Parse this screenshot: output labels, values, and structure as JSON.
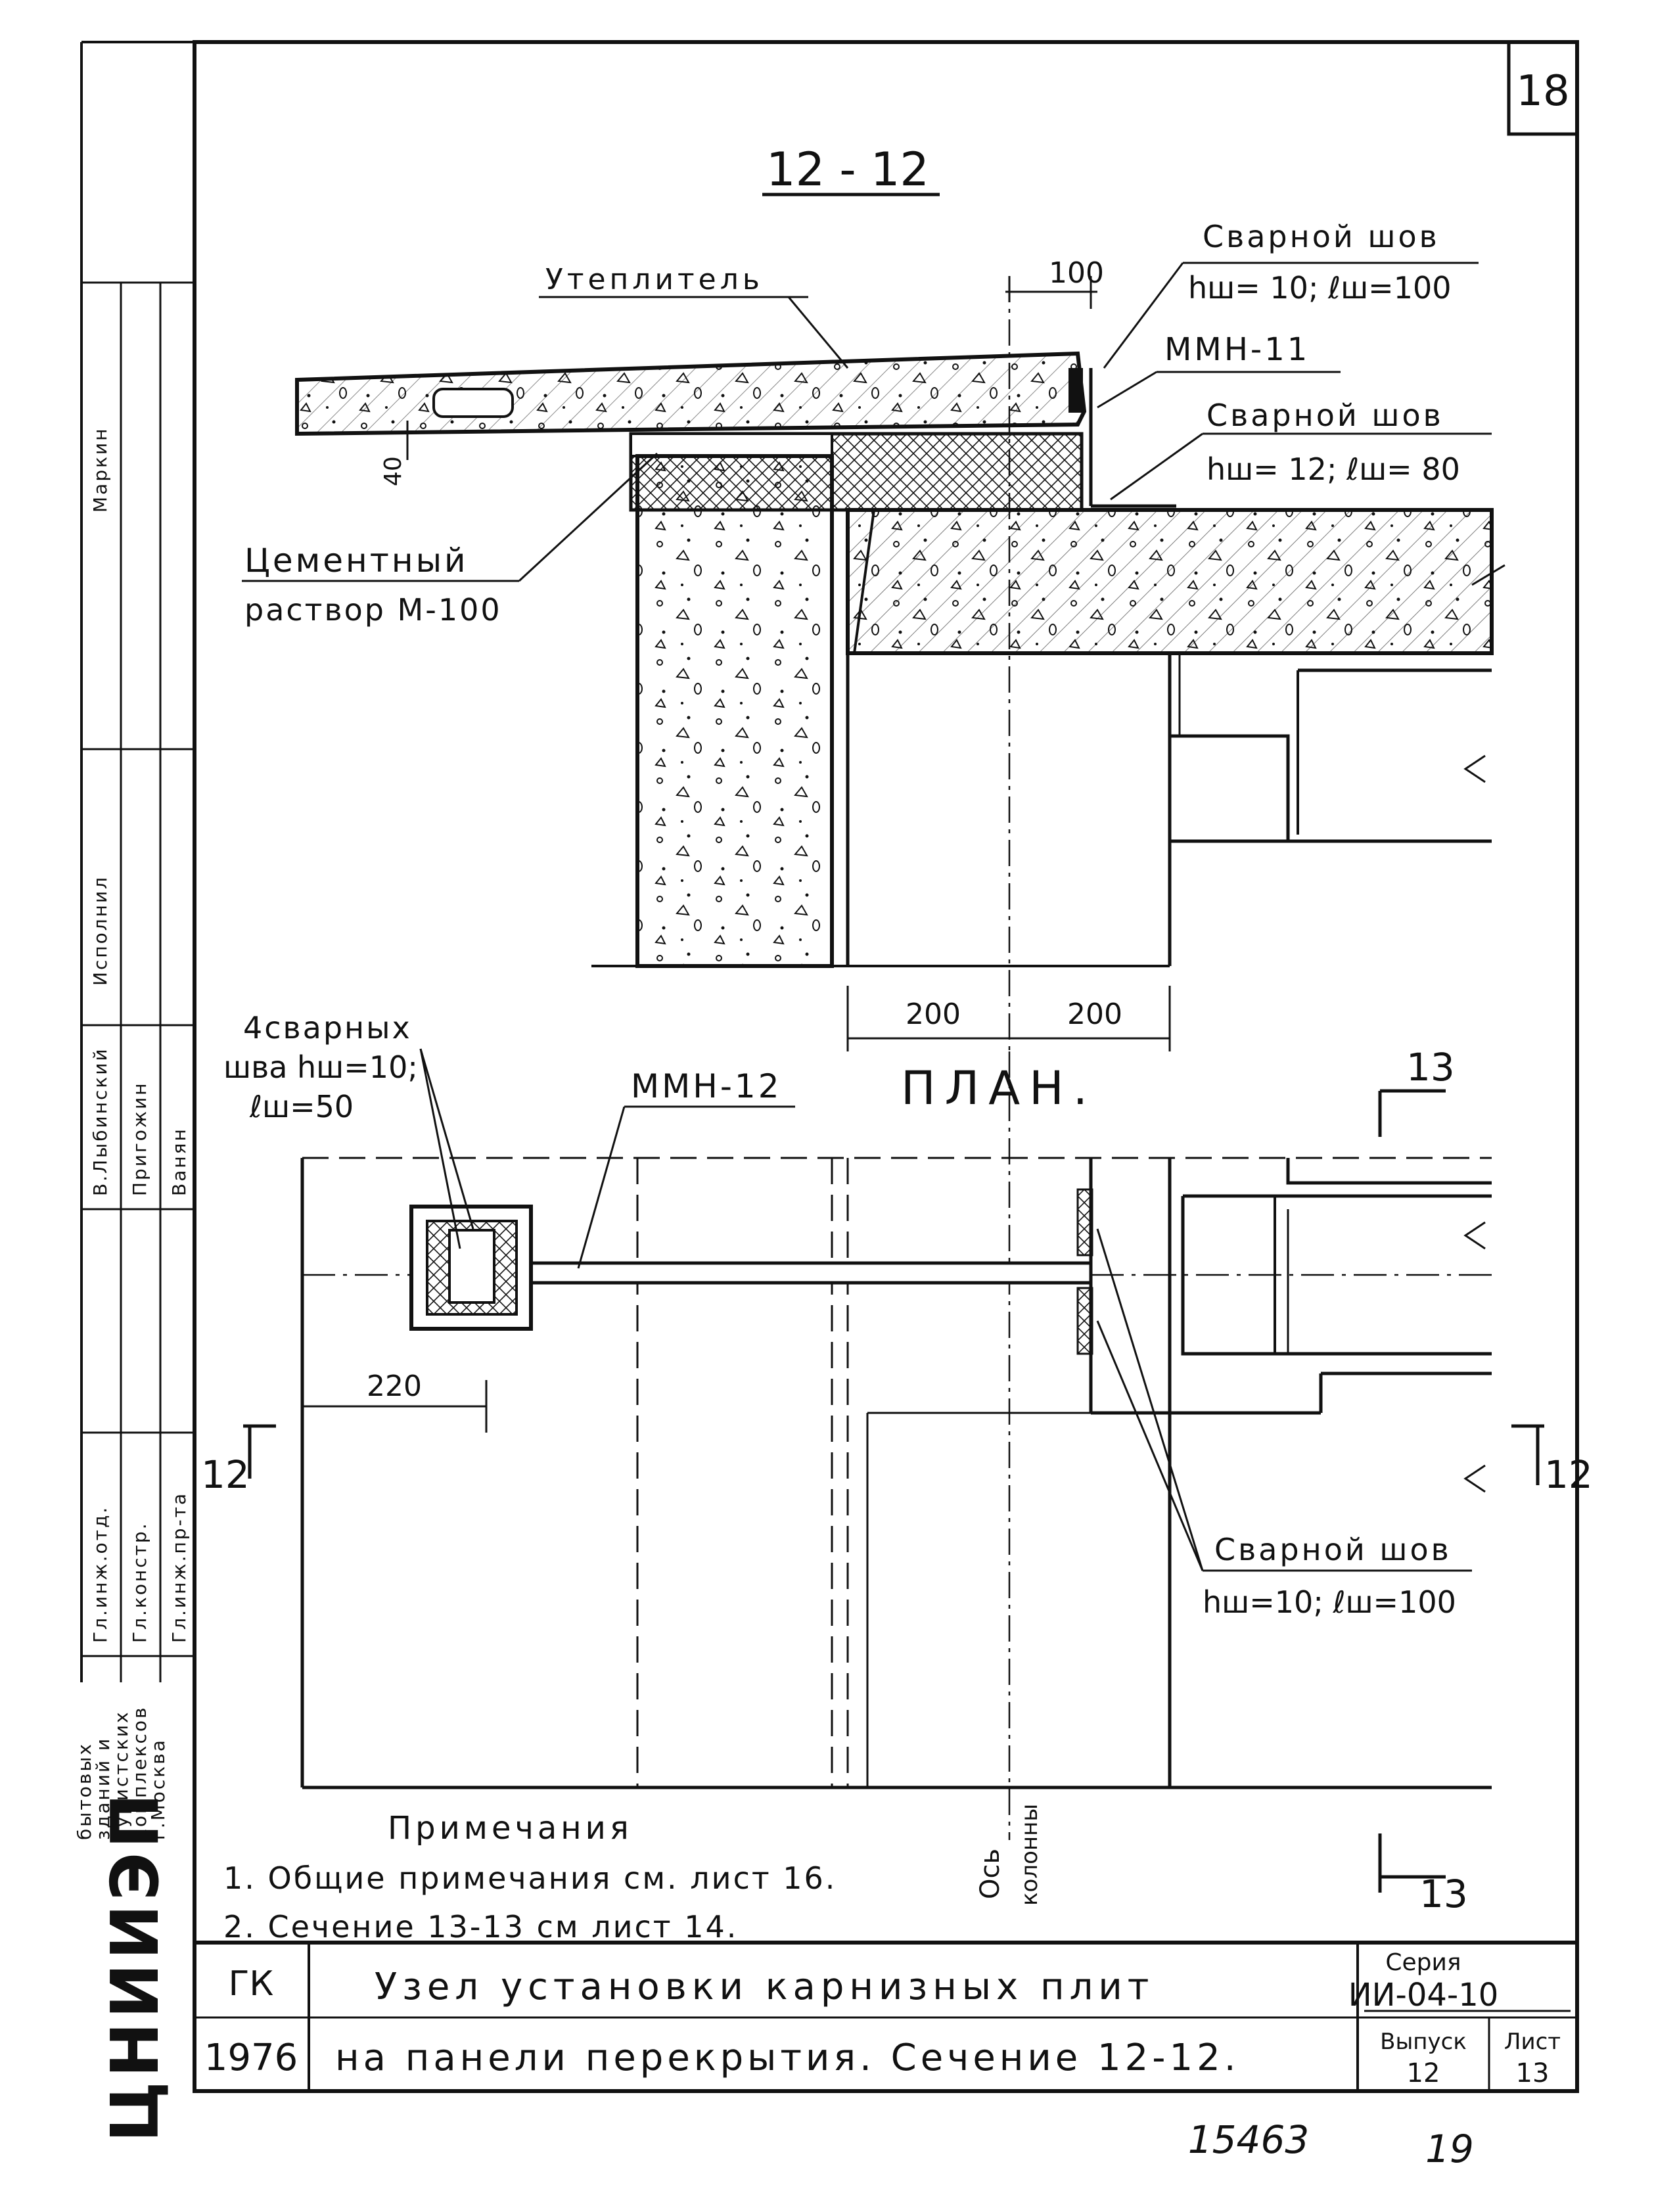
{
  "sheet": {
    "number": "18",
    "footer_left": "15463",
    "footer_right": "19"
  },
  "section": {
    "title": "12 - 12",
    "labels": {
      "insulation": "Утеплитель",
      "weld1_title": "Сварной шов",
      "weld1_params": "hш= 10; ℓш=100",
      "mmn11": "ММН-11",
      "weld2_title": "Сварной шов",
      "weld2_params": "hш= 12; ℓш= 80",
      "mortar_line1": "Цементный",
      "mortar_line2": "раствор М-100",
      "dim_100": "100",
      "dim_40": "40",
      "dim_200a": "200",
      "dim_200b": "200"
    }
  },
  "plan": {
    "title": "ПЛАН.",
    "welds4_line1": "4сварных",
    "welds4_line2": "шва hш=10;",
    "welds4_line3": "ℓш=50",
    "mmn12": "ММН-12",
    "dim_220": "220",
    "cut_12_left": "12",
    "cut_12_right": "12",
    "cut_13_top": "13",
    "cut_13_bottom": "13",
    "weld3_title": "Сварной шов",
    "weld3_params": "hш=10; ℓш=100",
    "axis_label_1": "Ось",
    "axis_label_2": "колонны"
  },
  "notes": {
    "heading": "Примечания",
    "items": [
      "1. Общие примечания см. лист 16.",
      "2. Сечение 13-13 см лист 14."
    ]
  },
  "stamp": {
    "org_logo": "ЦНИИЭП",
    "org_line1": "бытовых",
    "org_line2": "зданий и",
    "org_line3": "туристских",
    "org_line4": "комплексов",
    "org_line5": "г.Москва",
    "roles": [
      "Гл.инж.отд.",
      "Гл.констр.",
      "Гл.инж.пр-та"
    ],
    "names": [
      "В.Лыбинский",
      "Пригожин",
      "Ванян"
    ],
    "performed_label": "Исполнил",
    "performer_name": "Маркин",
    "code": "ГК",
    "year": "1976",
    "title_line1": "Узел установки карнизных плит",
    "title_line2": "на панели перекрытия. Сечение 12-12.",
    "series_label": "Серия",
    "series_value": "ИИ-04-10",
    "issue_label": "Выпуск",
    "issue_value": "12",
    "sheet_label": "Лист",
    "sheet_value": "13"
  }
}
